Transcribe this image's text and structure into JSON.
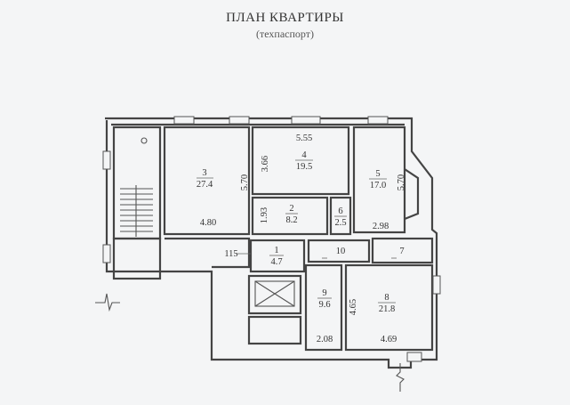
{
  "header": {
    "title": "ПЛАН КВАРТИРЫ",
    "subtitle": "(техпаспорт)"
  },
  "rooms": [
    {
      "id": "3",
      "area": "27.4"
    },
    {
      "id": "4",
      "area": "19.5"
    },
    {
      "id": "5",
      "area": "17.0"
    },
    {
      "id": "2",
      "area": "8.2"
    },
    {
      "id": "6",
      "area": "2.5"
    },
    {
      "id": "1",
      "area": "4.7"
    },
    {
      "id": "10",
      "area": ""
    },
    {
      "id": "7",
      "area": ""
    },
    {
      "id": "9",
      "area": "9.6"
    },
    {
      "id": "8",
      "area": "21.8"
    }
  ],
  "dimensions": [
    "5.55",
    "5.70",
    "3.66",
    "5.70",
    "4.80",
    "1.93",
    "2.98",
    "115",
    "4.65",
    "2.08",
    "4.69"
  ]
}
